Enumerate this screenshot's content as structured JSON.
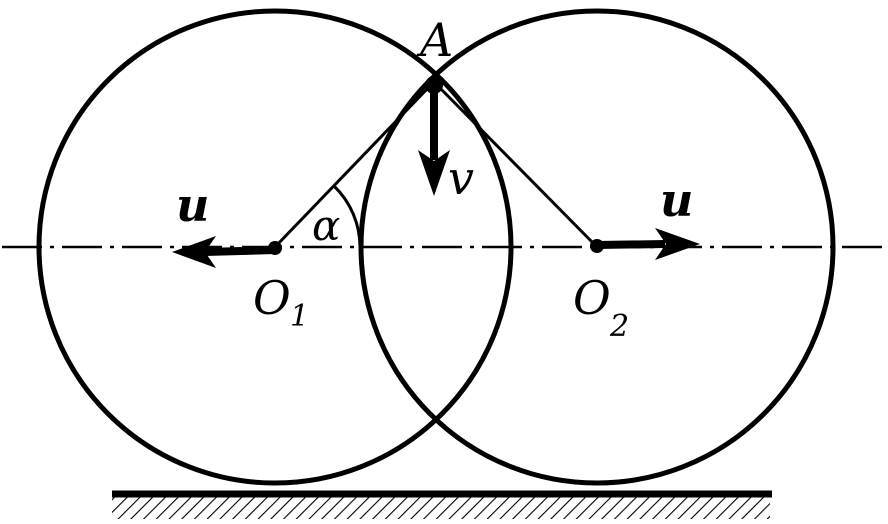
{
  "labels": {
    "point_a": "A",
    "velocity_v": "v",
    "velocity_u_left": "u",
    "velocity_u_right": "u",
    "angle": "α",
    "center_o1": "O",
    "center_o1_sub": "1",
    "center_o2": "O",
    "center_o2_sub": "2"
  },
  "colors": {
    "ink": "#000000",
    "background": "#ffffff"
  }
}
